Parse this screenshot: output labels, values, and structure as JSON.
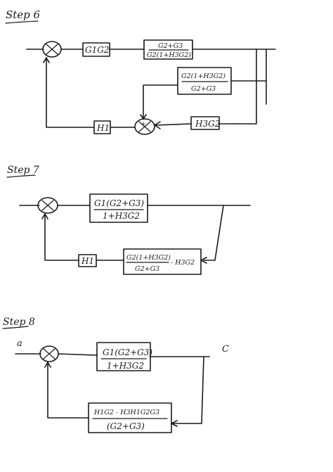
{
  "step6": {
    "heading": "Step 6",
    "block_g1g2": "G1G2",
    "block_a_num": "G2+G3",
    "block_a_den": "G2(1+H3G2)",
    "block_b_num": "G2(1+H3G2)",
    "block_b_den": "G2+G3",
    "block_h1": "H1",
    "block_h3g2": "H3G2",
    "sum_sign": "+",
    "sum_sign_minus": "-"
  },
  "step7": {
    "heading": "Step 7",
    "forward_num": "G1(G2+G3)",
    "forward_den": "1+H3G2",
    "block_h1": "H1",
    "fb_num": "G2(1+H3G2)",
    "fb_minus": "- H3G2",
    "fb_den": "G2+G3"
  },
  "step8": {
    "heading": "Step 8",
    "input_label": "a",
    "output_label": "C",
    "forward_num": "G1(G2+G3)",
    "forward_den": "1+H3G2",
    "fb_num": "H1G2 - H3H1G2G3",
    "fb_den": "(G2+G3)"
  }
}
